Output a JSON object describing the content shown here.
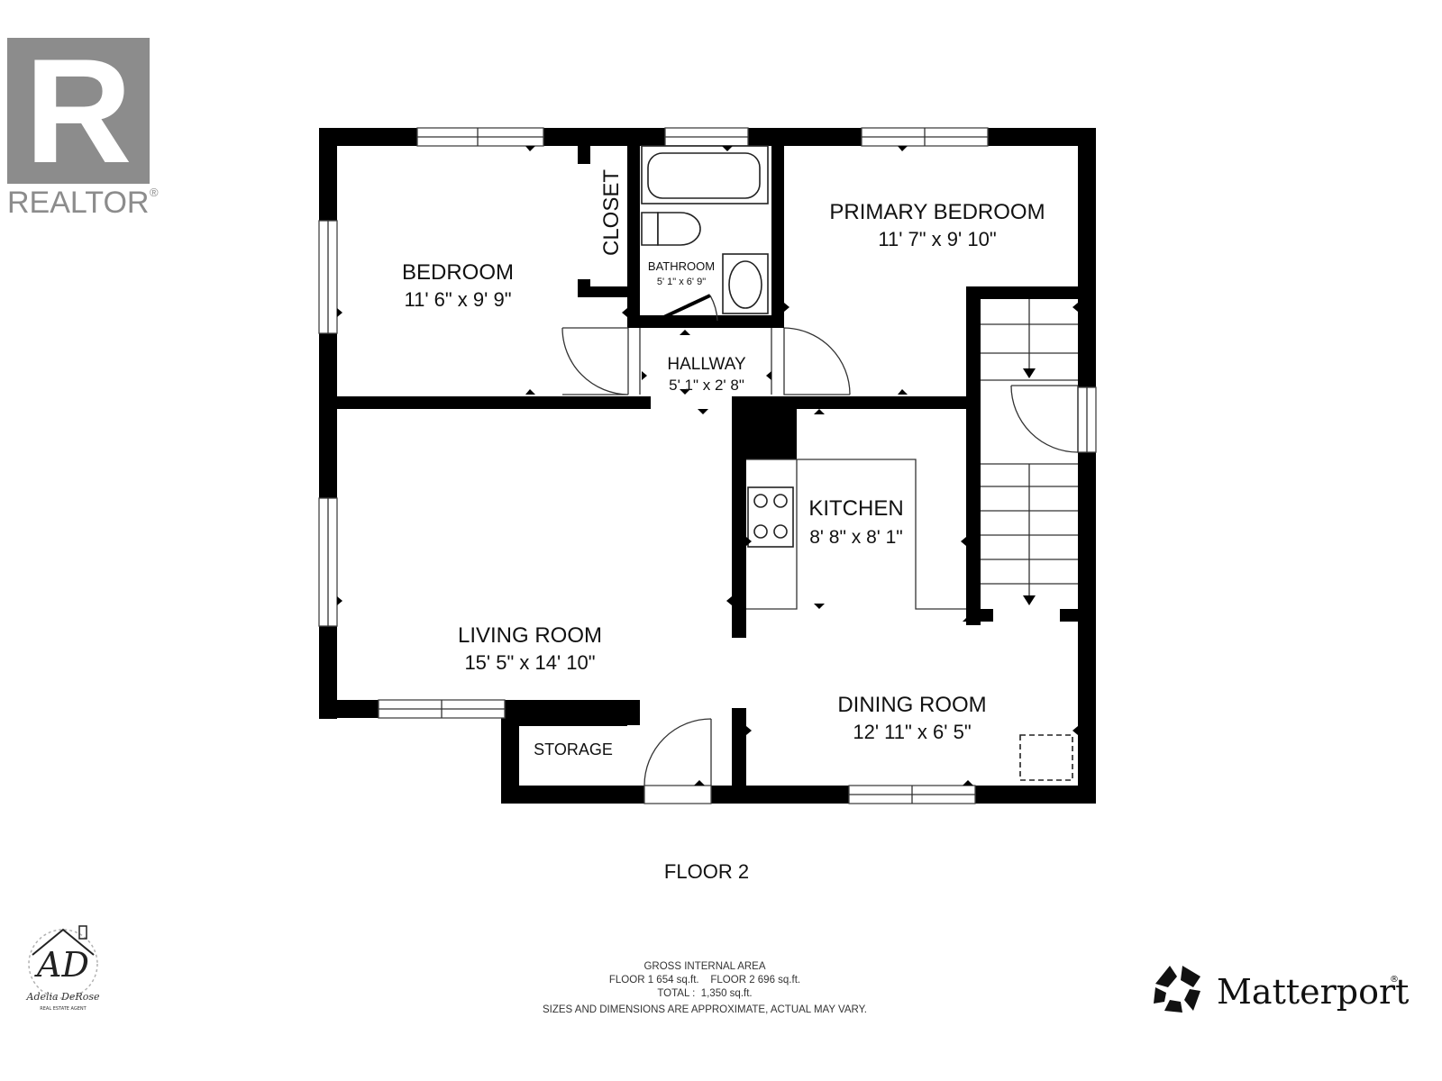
{
  "logo_realtor": {
    "letter": "R",
    "text": "REALTOR",
    "mark": "®"
  },
  "rooms": {
    "bedroom": {
      "name": "BEDROOM",
      "dims": "11' 6\" x 9' 9\""
    },
    "closet": {
      "name": "CLOSET"
    },
    "bathroom": {
      "name": "BATHROOM",
      "dims": "5' 1\" x 6' 9\""
    },
    "primary_bedroom": {
      "name": "PRIMARY BEDROOM",
      "dims": "11' 7\" x 9' 10\""
    },
    "hallway": {
      "name": "HALLWAY",
      "dims": "5' 1\" x 2' 8\""
    },
    "kitchen": {
      "name": "KITCHEN",
      "dims": "8' 8\" x 8' 1\""
    },
    "living_room": {
      "name": "LIVING ROOM",
      "dims": "15' 5\" x 14' 10\""
    },
    "dining_room": {
      "name": "DINING ROOM",
      "dims": "12' 11\" x 6' 5\""
    },
    "storage": {
      "name": "STORAGE"
    }
  },
  "floor_label": "FLOOR 2",
  "area_info": {
    "title": "GROSS INTERNAL AREA",
    "line1": "FLOOR 1 654 sq.ft.    FLOOR 2 696 sq.ft.",
    "line2": "TOTAL :  1,350 sq.ft.",
    "disclaimer": "SIZES AND DIMENSIONS ARE APPROXIMATE, ACTUAL MAY VARY."
  },
  "agent_logo": {
    "initials": "AD",
    "signature": "Adelia DeRose",
    "subtitle": "REAL ESTATE AGENT"
  },
  "matterport": {
    "text": "Matterport",
    "mark": "®"
  },
  "colors": {
    "wall": "#000000",
    "logo_gray": "#8c8c8c"
  }
}
